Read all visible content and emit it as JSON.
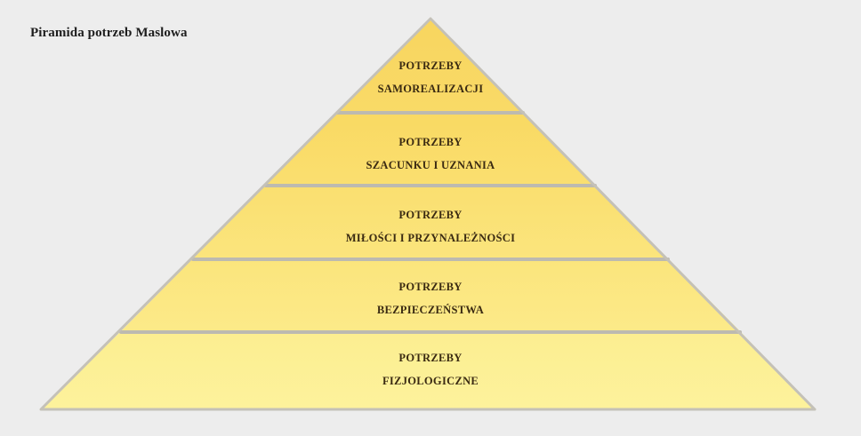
{
  "title": "Piramida potrzeb Maslowa",
  "colors": {
    "background": "#ededed",
    "outline": "#bdbab0",
    "tier_fills": [
      "#f9d865",
      "#fadc6c",
      "#fbe377",
      "#fce985",
      "#fdf095"
    ]
  },
  "tiers": [
    {
      "line1": "POTRZEBY",
      "line2": "SAMOREALIZACJI"
    },
    {
      "line1": "POTRZEBY",
      "line2": "SZACUNKU I UZNANIA"
    },
    {
      "line1": "POTRZEBY",
      "line2": "MIŁOŚCI I PRZYNALEŻNOŚCI"
    },
    {
      "line1": "POTRZEBY",
      "line2": "BEZPIECZEŃSTWA"
    },
    {
      "line1": "POTRZEBY",
      "line2": "FIZJOLOGICZNE"
    }
  ]
}
